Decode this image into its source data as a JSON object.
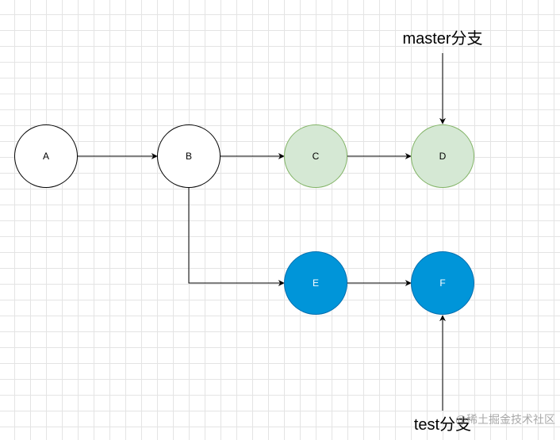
{
  "diagram": {
    "nodes": [
      {
        "id": "A",
        "label": "A",
        "style": "plain"
      },
      {
        "id": "B",
        "label": "B",
        "style": "plain"
      },
      {
        "id": "C",
        "label": "C",
        "style": "green"
      },
      {
        "id": "D",
        "label": "D",
        "style": "green"
      },
      {
        "id": "E",
        "label": "E",
        "style": "blue"
      },
      {
        "id": "F",
        "label": "F",
        "style": "blue"
      }
    ],
    "edges": [
      {
        "from": "A",
        "to": "B"
      },
      {
        "from": "B",
        "to": "C"
      },
      {
        "from": "C",
        "to": "D"
      },
      {
        "from": "B",
        "to": "E"
      },
      {
        "from": "E",
        "to": "F"
      }
    ],
    "branch_labels": {
      "master": "master分支",
      "test": "test分支"
    },
    "colors": {
      "plain_fill": "#ffffff",
      "plain_stroke": "#000000",
      "green_fill": "#d5e8d4",
      "green_stroke": "#82b366",
      "blue_fill": "#0095d9",
      "blue_stroke": "#006eaf",
      "blue_text": "#ffffff",
      "dark_text": "#000000"
    }
  },
  "watermark": {
    "text": "@稀土掘金技术社区"
  }
}
